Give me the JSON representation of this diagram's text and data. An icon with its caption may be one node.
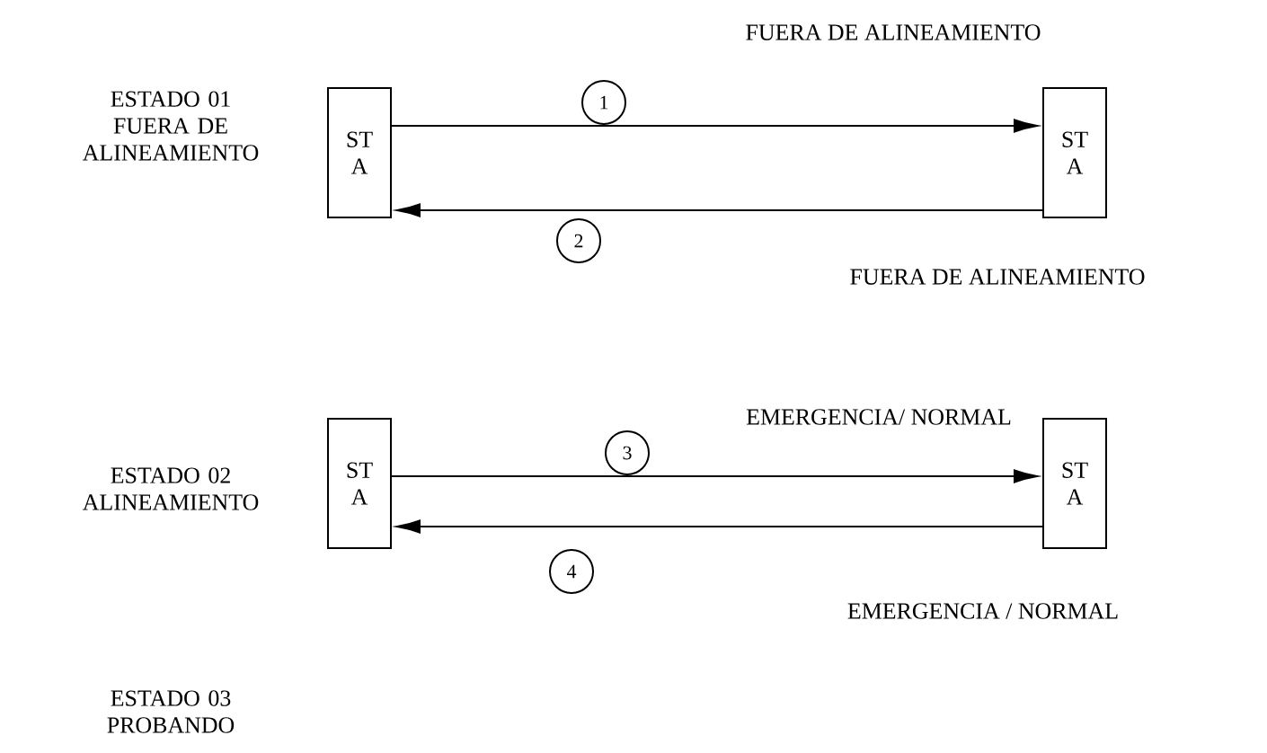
{
  "diagram": {
    "nodes": [
      {
        "text": [
          "ST A"
        ]
      },
      {
        "text": [
          "1"
        ]
      },
      {
        "text": [
          "ST A"
        ]
      },
      {
        "text": [
          "2"
        ]
      },
      {
        "text": [
          "ST A"
        ]
      },
      {
        "text": [
          "3"
        ]
      },
      {
        "text": [
          "ST A"
        ]
      },
      {
        "text": [
          "4"
        ]
      }
    ],
    "edges": [
      {
        "from": 0,
        "to": 2,
        "arrow": "to",
        "label": "FUERA DE ALINEAMIENTO"
      },
      {
        "from": 2,
        "to": 0,
        "arrow": "to",
        "label": "FUERA DE ALINEAMIENTO"
      },
      {
        "from": 4,
        "to": 6,
        "arrow": "to",
        "label": "EMERGENCIA/ NORMAL"
      },
      {
        "from": 6,
        "to": 4,
        "arrow": "to",
        "label": "EMERGENCIA / NORMAL"
      }
    ],
    "labels": [
      "ESTADO 01 FUERA DE ALINEAMIENTO",
      "ESTADO 02 ALINEAMIENTO",
      "ESTADO 03 PROBANDO"
    ]
  }
}
